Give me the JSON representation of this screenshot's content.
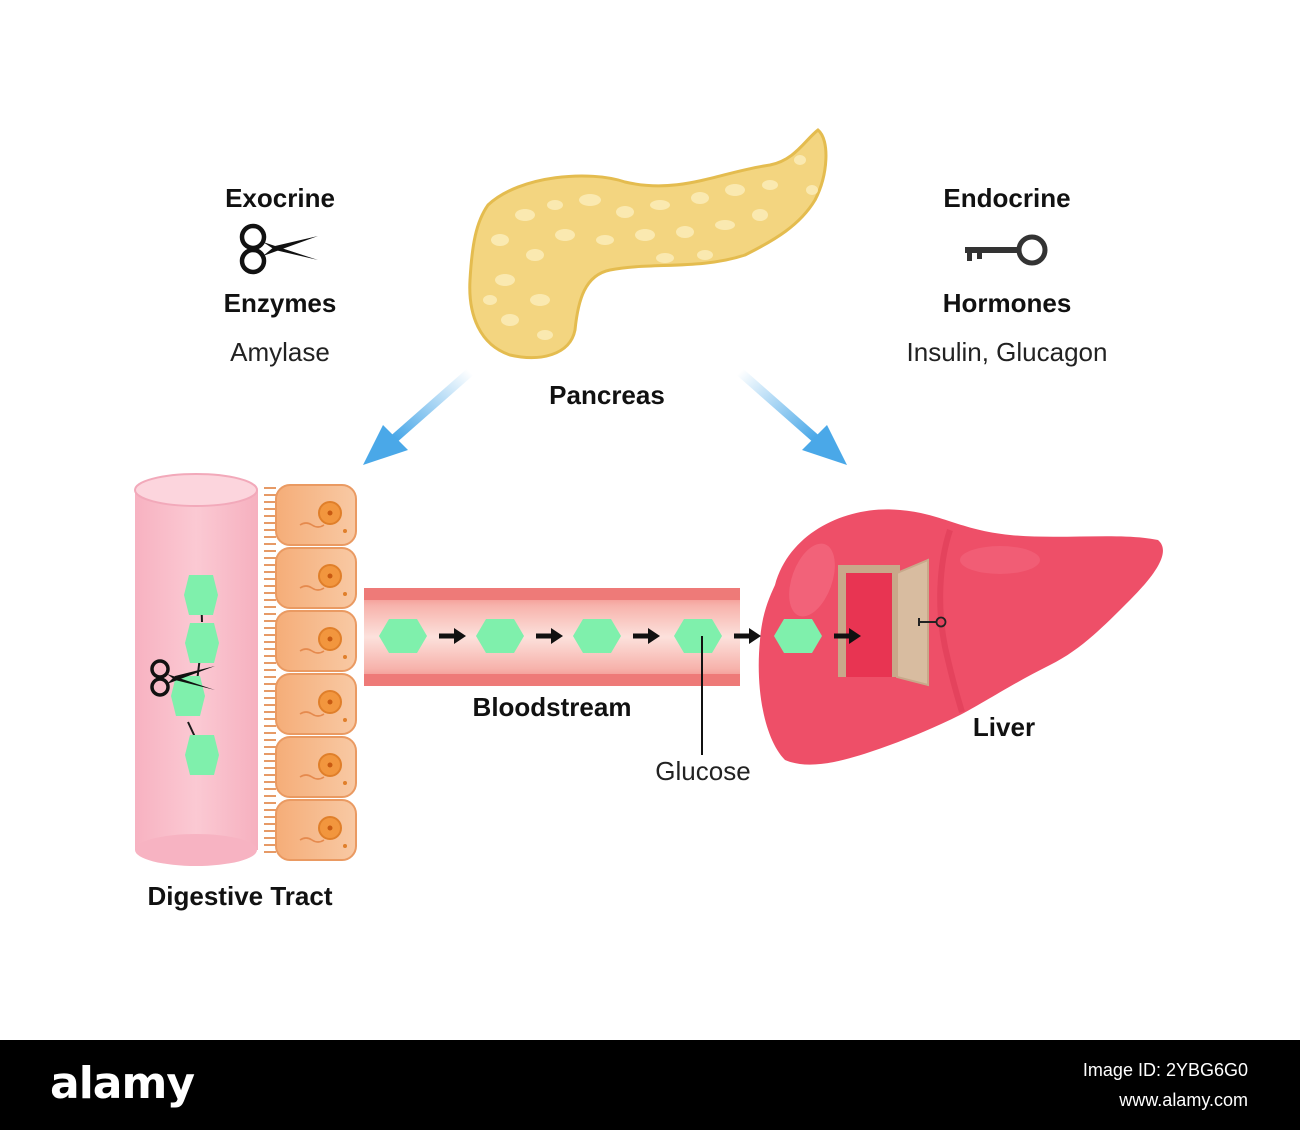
{
  "labels": {
    "exocrine": "Exocrine",
    "enzymes": "Enzymes",
    "amylase": "Amylase",
    "endocrine": "Endocrine",
    "hormones": "Hormones",
    "hormone_examples": "Insulin, Glucagon",
    "pancreas": "Pancreas",
    "bloodstream": "Bloodstream",
    "glucose": "Glucose",
    "liver": "Liver",
    "digestive_tract": "Digestive Tract"
  },
  "icons": {
    "exocrine": "scissors-icon",
    "endocrine": "key-icon"
  },
  "colors": {
    "pancreas": "#f3d580",
    "glucose": "#7ff0ac",
    "liver": "#ee4f68",
    "vessel": "#f08c84",
    "tract": "#f9c0cd",
    "cells": "#f4b37f",
    "arrow_blue": "#4aa8e8"
  },
  "watermark": {
    "brand": "alamy",
    "image_id": "Image ID: 2YBG6G0",
    "url": "www.alamy.com"
  }
}
